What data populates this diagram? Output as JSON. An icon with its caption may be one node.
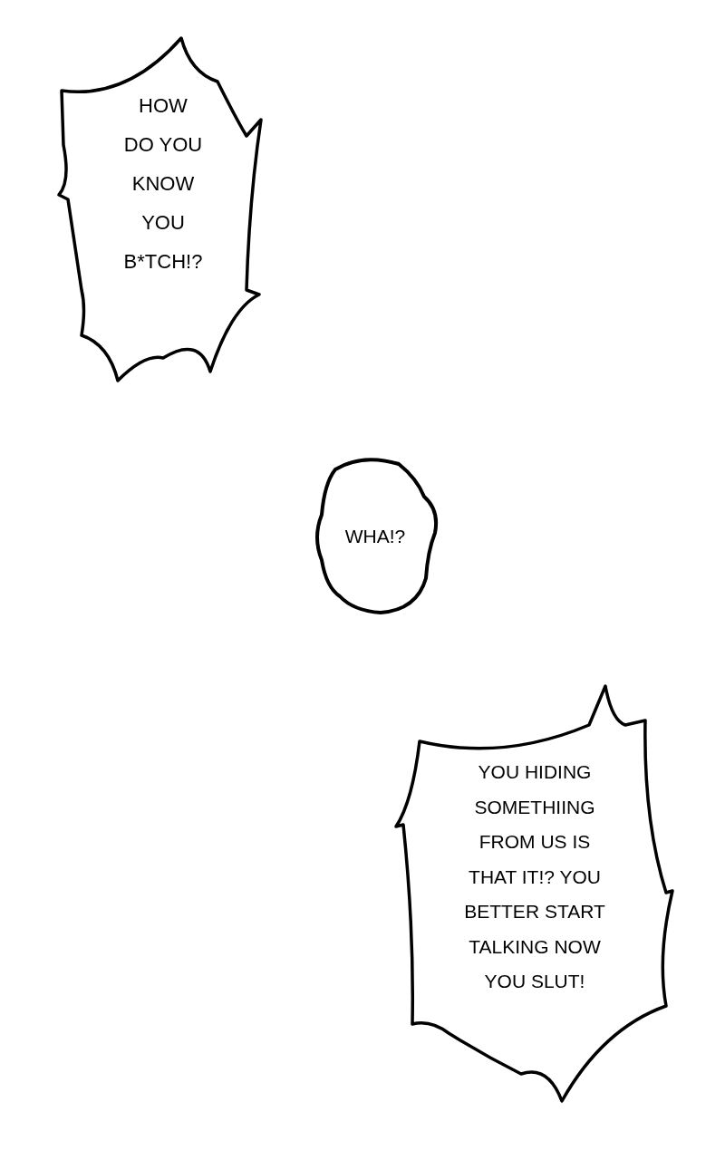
{
  "diagram": {
    "nodes": [
      {
        "text": [
          "HOW DO YOU KNOW YOU B*TCH!?"
        ]
      },
      {
        "text": [
          "WHA!?"
        ]
      },
      {
        "text": [
          "YOU HIDING SOMETHIING FROM US IS THAT IT!? YOU BETTER START TALKING NOW YOU SLUT!"
        ]
      }
    ]
  }
}
